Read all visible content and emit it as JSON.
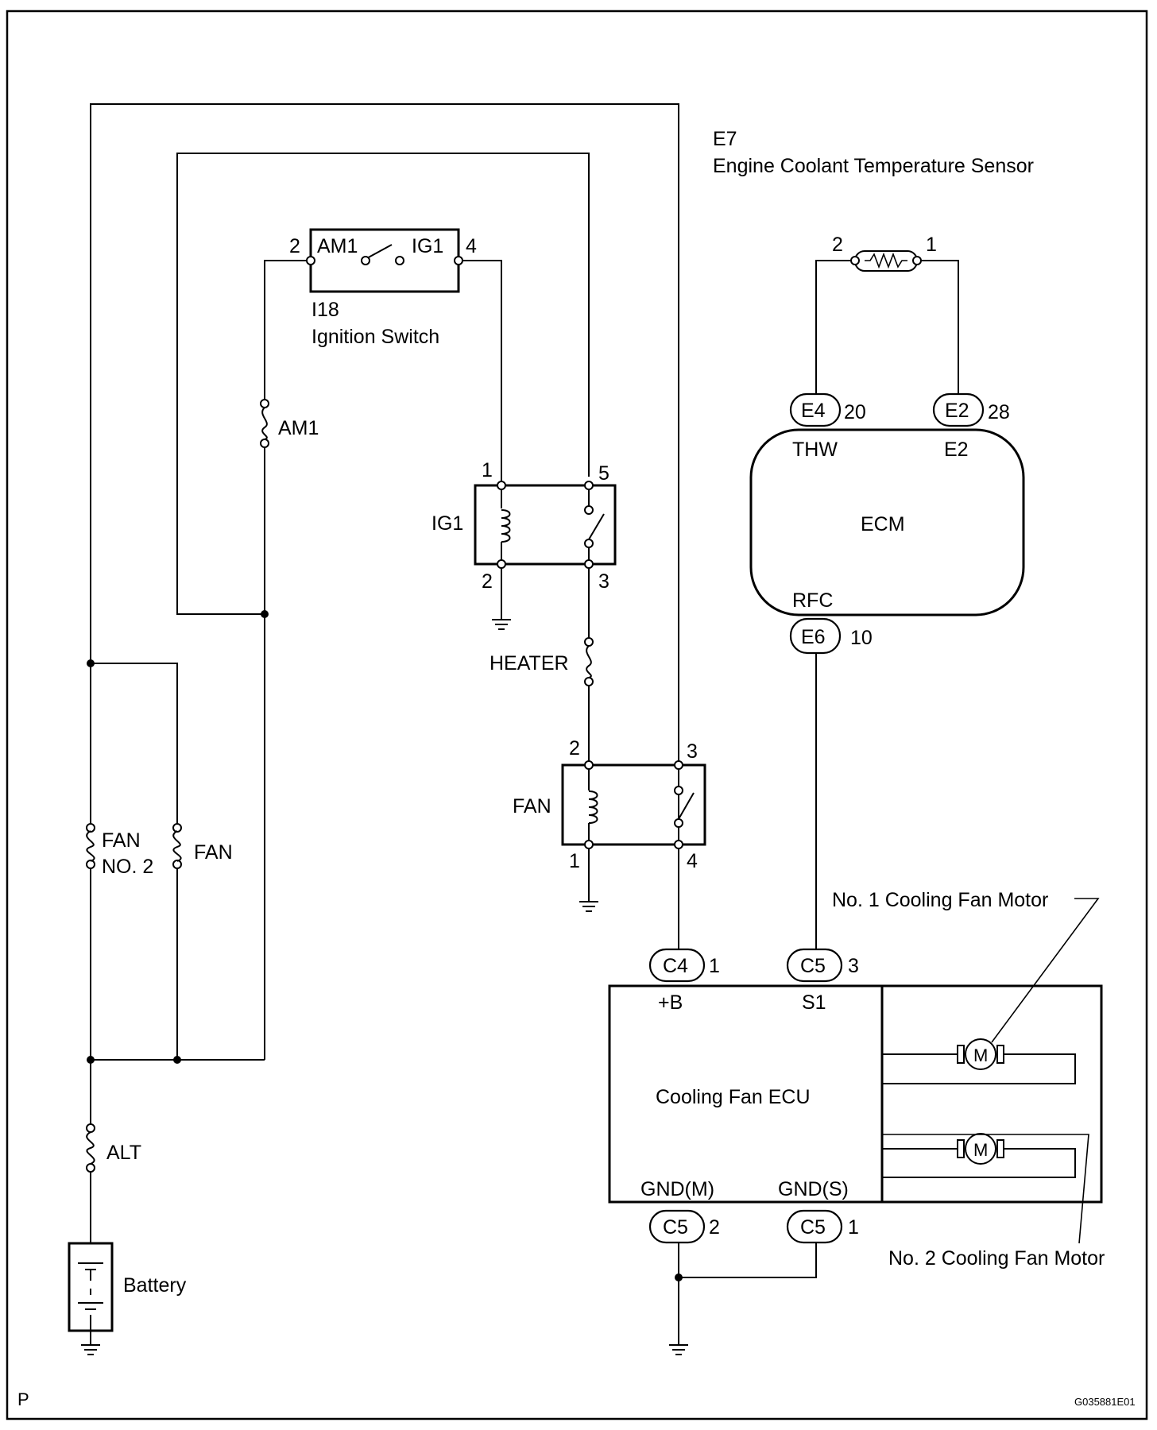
{
  "e7": {
    "code": "E7",
    "name": "Engine Coolant Temperature Sensor",
    "pin_a": "2",
    "pin_b": "1"
  },
  "ignition": {
    "code": "I18",
    "name": "Ignition Switch",
    "pin_left": "2",
    "pin_right": "4",
    "label_left": "AM1",
    "label_right": "IG1"
  },
  "fuses": {
    "am1": "AM1",
    "heater": "HEATER",
    "fan_no2_line1": "FAN",
    "fan_no2_line2": "NO. 2",
    "fan": "FAN",
    "alt": "ALT"
  },
  "ig1_relay": {
    "label": "IG1",
    "p1": "1",
    "p2": "2",
    "p3": "3",
    "p5": "5"
  },
  "fan_relay": {
    "label": "FAN",
    "p1": "1",
    "p2": "2",
    "p3": "3",
    "p4": "4"
  },
  "ecm": {
    "label": "ECM",
    "c1_code": "E4",
    "c1_pin": "20",
    "c1_term": "THW",
    "c2_code": "E2",
    "c2_pin": "28",
    "c2_term": "E2",
    "c3_code": "E6",
    "c3_pin": "10",
    "c3_term": "RFC"
  },
  "fan_ecu": {
    "label": "Cooling Fan ECU",
    "c_b_code": "C4",
    "c_b_pin": "1",
    "c_b_term": "+B",
    "c_s1_code": "C5",
    "c_s1_pin": "3",
    "c_s1_term": "S1",
    "c_gm_code": "C5",
    "c_gm_pin": "2",
    "c_gm_term": "GND(M)",
    "c_gs_code": "C5",
    "c_gs_pin": "1",
    "c_gs_term": "GND(S)"
  },
  "motors": {
    "motor1": "No. 1 Cooling Fan Motor",
    "motor2": "No. 2 Cooling Fan Motor",
    "symbol": "M"
  },
  "battery": {
    "label": "Battery"
  },
  "footer": {
    "left": "P",
    "right": "G035881E01"
  }
}
